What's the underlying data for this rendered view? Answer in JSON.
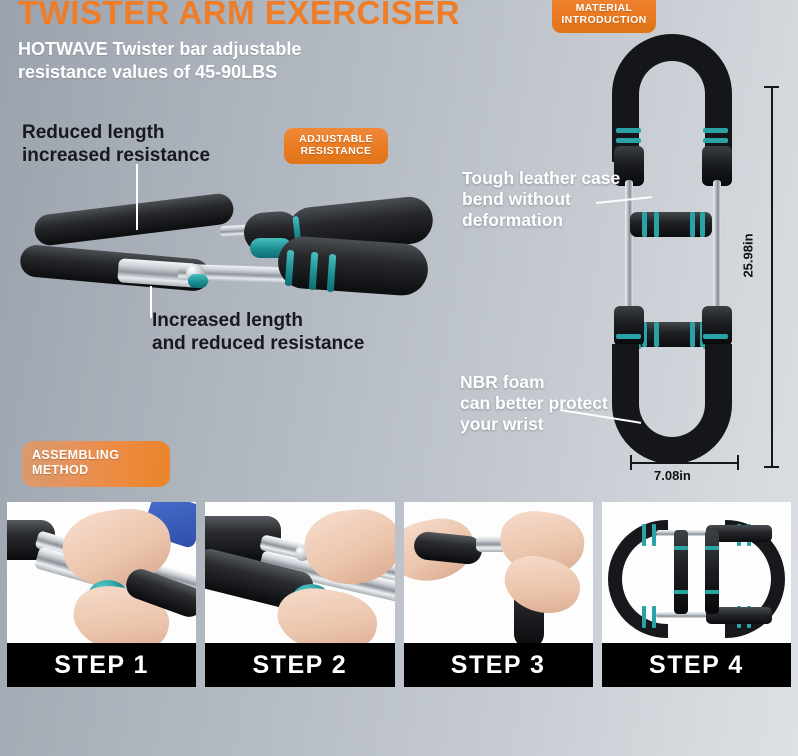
{
  "header": {
    "title": "TWISTER ARM EXERCISER",
    "subtitle": "HOTWAVE Twister bar adjustable\nresistance values of 45-90LBS",
    "title_color": "#ef7d28",
    "subtitle_color": "#ffffff"
  },
  "badges": {
    "adjustable_resistance": "ADJUSTABLE\nRESISTANCE",
    "material_introduction": "MATERIAL\nINTRODUCTION",
    "assembling_method": "ASSEMBLING\nMETHOD",
    "badge_color": "#ea7a22"
  },
  "callouts": {
    "reduced_length": "Reduced length\nincreased resistance",
    "increased_length": "Increased length\nand reduced resistance",
    "tough_leather": "Tough leather case\nbend without\ndeformation",
    "nbr_foam": "NBR foam\ncan better protect\nyour wrist"
  },
  "dimensions": {
    "height": "25.98in",
    "width": "7.08in"
  },
  "steps": [
    {
      "caption": "STEP 1"
    },
    {
      "caption": "STEP 2"
    },
    {
      "caption": "STEP 3"
    },
    {
      "caption": "STEP 4"
    }
  ],
  "colors": {
    "accent_orange": "#ef7d28",
    "teal_ring": "#2aa3a6",
    "foam_black": "#141619",
    "caption_bar": "#000000"
  }
}
